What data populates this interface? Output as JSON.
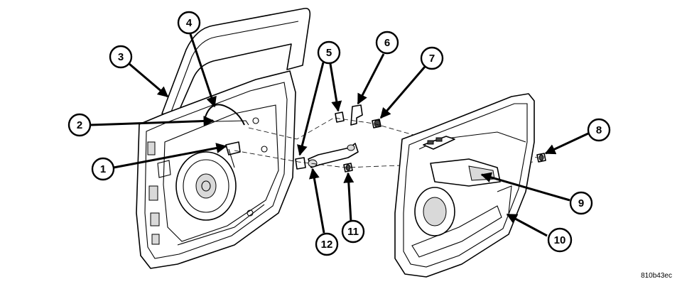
{
  "figure": {
    "id_label": "810b43ec",
    "callouts": [
      {
        "number": "1"
      },
      {
        "number": "2"
      },
      {
        "number": "3"
      },
      {
        "number": "4"
      },
      {
        "number": "5"
      },
      {
        "number": "6"
      },
      {
        "number": "7"
      },
      {
        "number": "8"
      },
      {
        "number": "9"
      },
      {
        "number": "10"
      },
      {
        "number": "11"
      },
      {
        "number": "12"
      }
    ]
  }
}
